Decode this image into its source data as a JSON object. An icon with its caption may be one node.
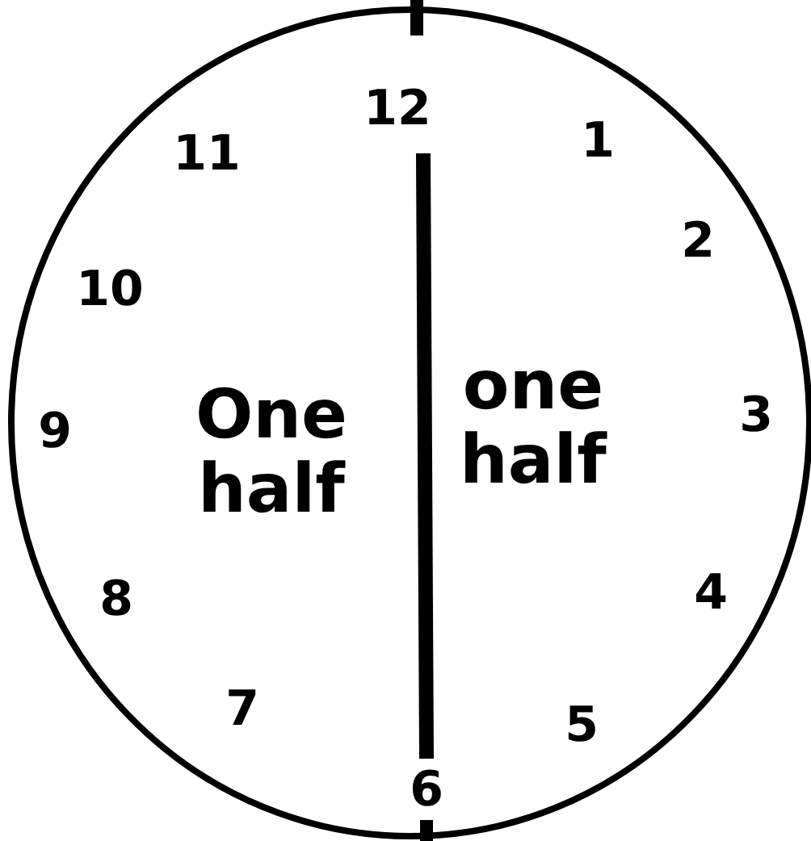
{
  "diagram": {
    "labels": [
      "12",
      "11",
      "1",
      "2",
      "10",
      "9",
      "3",
      "8",
      "4",
      "7",
      "5",
      "6",
      "One half",
      "one half"
    ]
  }
}
